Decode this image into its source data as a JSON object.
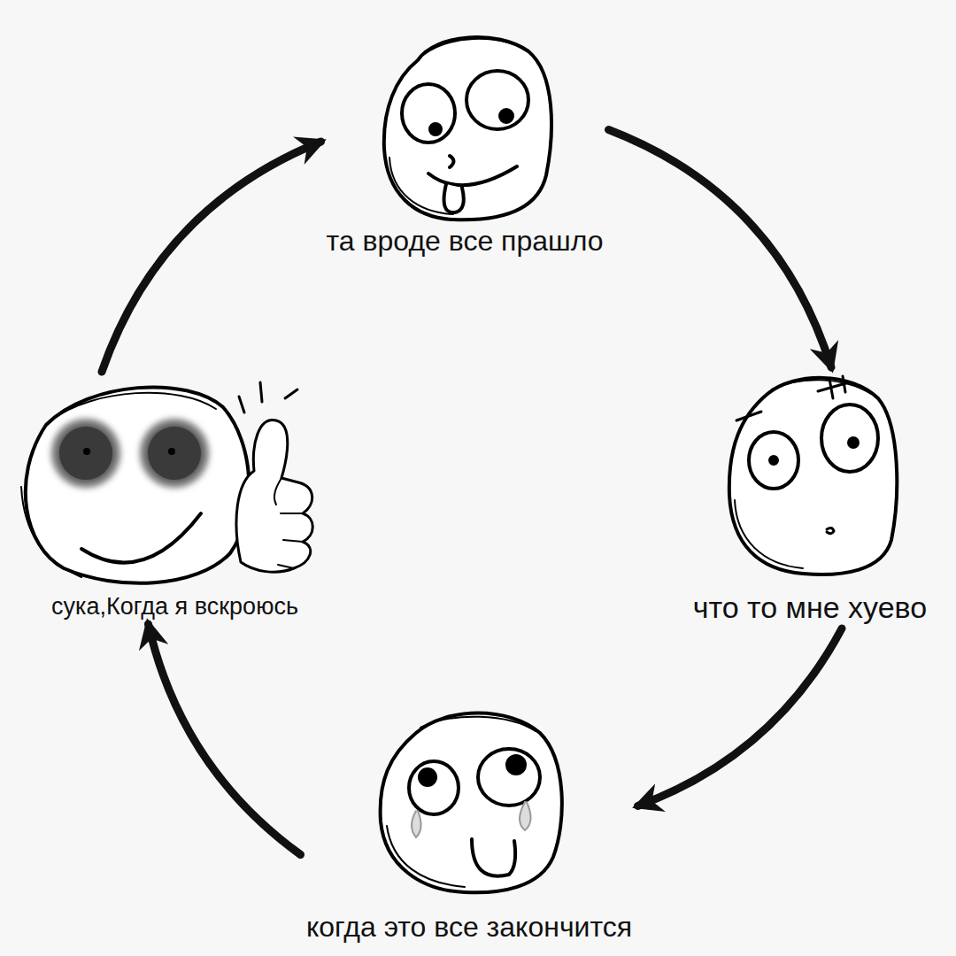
{
  "diagram": {
    "nodes": [
      {
        "text": [
          "та вроде все прашло"
        ]
      },
      {
        "text": [
          "что то мне хуево"
        ]
      },
      {
        "text": [
          "когда это все закончится"
        ]
      },
      {
        "text": [
          "сука,Когда я вскроюсь"
        ]
      }
    ],
    "edges": [
      {
        "from": 0,
        "to": 1,
        "arrow": "to"
      },
      {
        "from": 1,
        "to": 2,
        "arrow": "to"
      },
      {
        "from": 2,
        "to": 3,
        "arrow": "to"
      },
      {
        "from": 3,
        "to": 0,
        "arrow": "to"
      }
    ]
  }
}
